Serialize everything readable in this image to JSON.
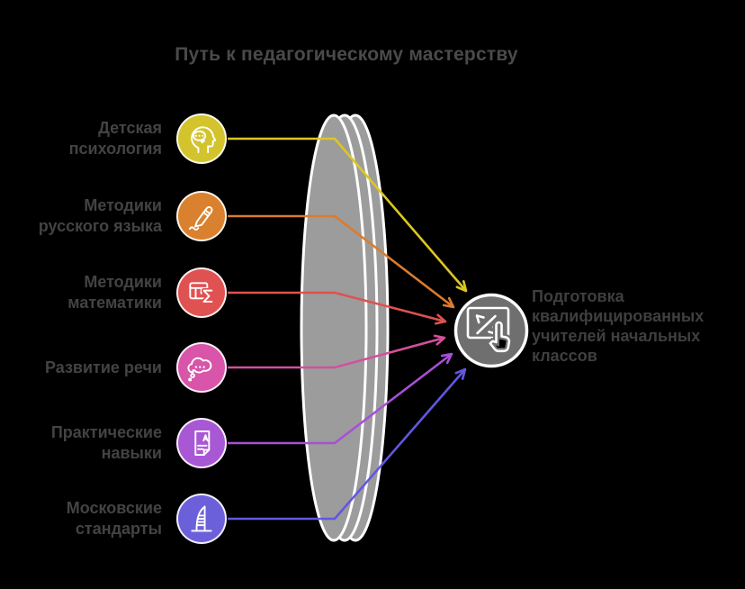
{
  "title": "Путь к педагогическому мастерству",
  "items": [
    {
      "label": "Детская\nпсихология",
      "icon": "head-psychology-icon",
      "color": "#d3c42d",
      "line_color": "#dcc722"
    },
    {
      "label": "Методики\nрусского языка",
      "icon": "pen-writing-icon",
      "color": "#d9812e",
      "line_color": "#da7c2f"
    },
    {
      "label": "Методики\nматематики",
      "icon": "math-table-sigma-icon",
      "color": "#e05252",
      "line_color": "#df5151"
    },
    {
      "label": "Развитие речи",
      "icon": "speech-cloud-icon",
      "color": "#d855a9",
      "line_color": "#d4509d"
    },
    {
      "label": "Практические\nнавыки",
      "icon": "graded-document-icon",
      "color": "#a958d5",
      "line_color": "#a750d5"
    },
    {
      "label": "Московские\nстандарты",
      "icon": "modern-building-icon",
      "color": "#6c60da",
      "line_color": "#6157e0"
    }
  ],
  "outcome": {
    "label": "Подготовка\nквалифицированных\nучителей начальных\nклассов",
    "icon": "touchscreen-hand-icon",
    "color": "#6f6f6f"
  },
  "lens": {
    "fill": "#9c9c9c",
    "outline": "#ffffff"
  },
  "colors": {
    "background": "#000000",
    "title_text": "#4a4a4a",
    "item_text": "#434343",
    "outcome_text": "#3f3f3f"
  }
}
